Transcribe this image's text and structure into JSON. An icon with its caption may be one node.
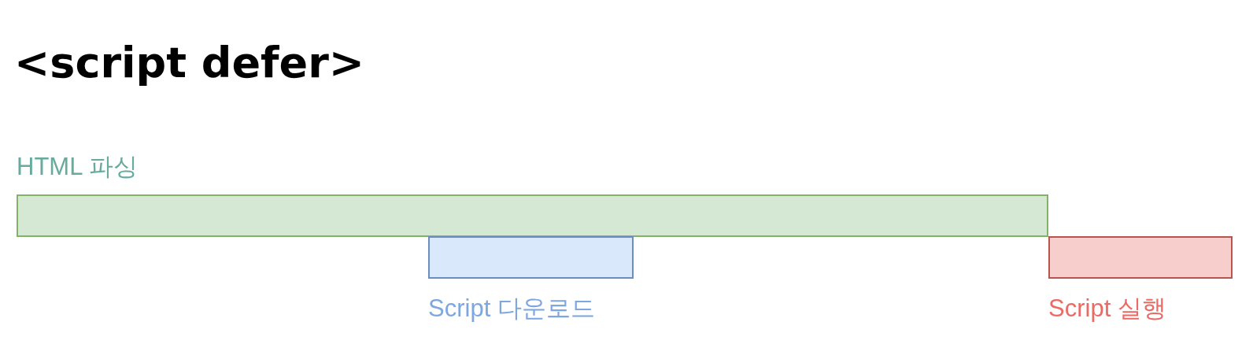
{
  "diagram": {
    "title": "<script defer>",
    "nodes": [
      {
        "text": [
          "HTML 파싱"
        ]
      },
      {
        "text": [
          "Script 다운로드"
        ]
      },
      {
        "text": [
          "Script 실행"
        ]
      }
    ]
  }
}
